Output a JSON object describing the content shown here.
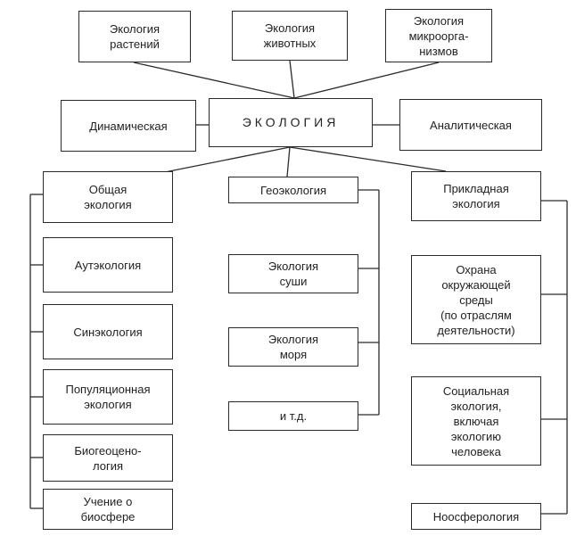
{
  "diagram": {
    "title": "ЭКОЛОГИЯ",
    "top": {
      "plants": "Экология\nрастений",
      "animals": "Экология\nживотных",
      "microorganisms": "Экология\nмикроорга-\nнизмов"
    },
    "sides": {
      "dynamic": "Динамическая",
      "analytical": "Аналитическая"
    },
    "general": {
      "header": "Общая\nэкология",
      "items": [
        "Аутэкология",
        "Синэкология",
        "Популяционная\nэкология",
        "Биогеоцено-\nлогия",
        "Учение о\nбиосфере"
      ]
    },
    "geo": {
      "header": "Геоэкология",
      "items": [
        "Экология\nсуши",
        "Экология\nморя",
        "и т.д."
      ]
    },
    "applied": {
      "header": "Прикладная\nэкология",
      "items": [
        "Охрана\nокружающей\nсреды\n(по отраслям\nдеятельности)",
        "Социальная\nэкология,\nвключая\nэкологию\nчеловека",
        "Ноосферология"
      ]
    }
  }
}
